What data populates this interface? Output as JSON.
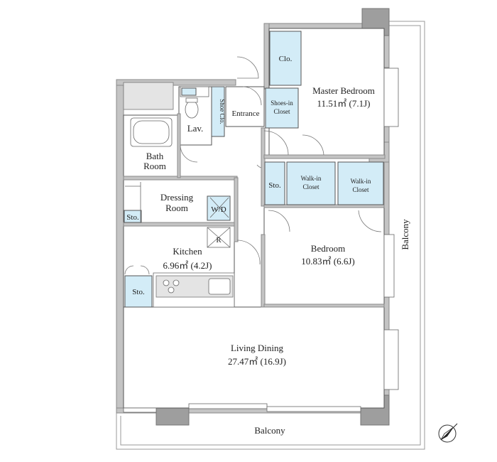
{
  "rooms": {
    "master_bedroom": {
      "name": "Master Bedroom",
      "area": "11.51㎡ (7.1J)"
    },
    "bedroom": {
      "name": "Bedroom",
      "area": "10.83㎡ (6.6J)"
    },
    "kitchen": {
      "name": "Kitchen",
      "area": "6.96㎡ (4.2J)"
    },
    "living_dining": {
      "name": "Living Dining",
      "area": "27.47㎡ (16.9J)"
    },
    "dressing_room": {
      "name_1": "Dressing",
      "name_2": "Room"
    },
    "bath_room": {
      "name_1": "Bath",
      "name_2": "Room"
    },
    "lav": {
      "name": "Lav."
    },
    "entrance": {
      "name": "Entrance"
    }
  },
  "storage": {
    "master_clo": "Clo.",
    "shoes_in_closet": {
      "line1": "Shoes-in",
      "line2": "Closet"
    },
    "shoe_clo": "Shoe Clo.",
    "hall_sto": "Sto.",
    "walk_in_closet_1": {
      "line1": "Walk-in",
      "line2": "Closet"
    },
    "walk_in_closet_2": {
      "line1": "Walk-in",
      "line2": "Closet"
    },
    "dressing_sto": "Sto.",
    "kitchen_sto": "Sto.",
    "wd": "W/D",
    "fridge": "R"
  },
  "balconies": {
    "bottom": "Balcony",
    "right": "Balcony"
  },
  "colors": {
    "closet_fill": "#d3ecf7",
    "wall_fill": "#c4c4c4"
  },
  "icons": {
    "compass": "north-arrow-icon"
  }
}
